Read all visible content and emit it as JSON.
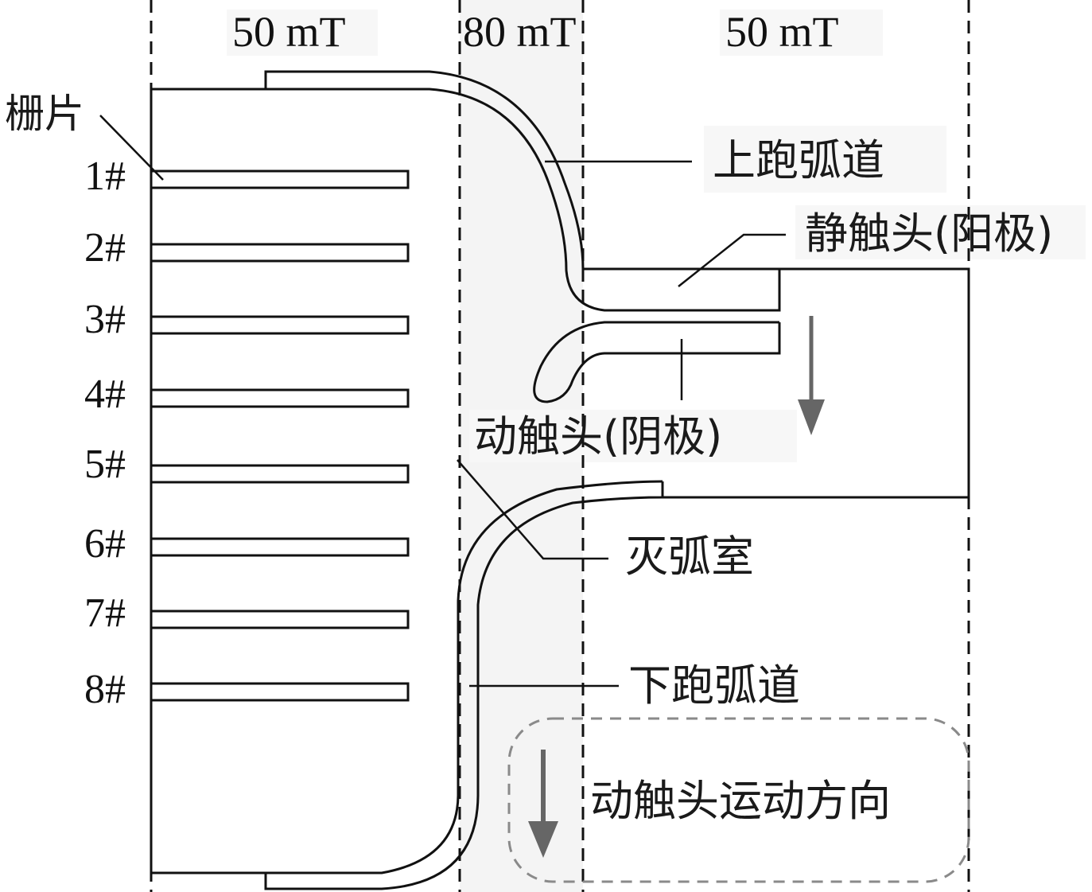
{
  "field_regions": [
    {
      "label": "50 mT",
      "zone": "left"
    },
    {
      "label": "80 mT",
      "zone": "center"
    },
    {
      "label": "50 mT",
      "zone": "right"
    }
  ],
  "grid_plates": {
    "label": "栅片",
    "items": [
      "1#",
      "2#",
      "3#",
      "4#",
      "5#",
      "6#",
      "7#",
      "8#"
    ]
  },
  "callouts": {
    "upper_arc_runner": "上跑弧道",
    "static_contact": "静触头(阳极)",
    "moving_contact": "动触头(阴极)",
    "arc_chamber": "灭弧室",
    "lower_arc_runner": "下跑弧道"
  },
  "legend": {
    "text": "动触头运动方向",
    "arrow": "down-arrow-icon"
  },
  "colors": {
    "line": "#111111",
    "arrow": "#666666",
    "highlight_band": "#f4f4f4",
    "legend_border": "#8a8a8a"
  }
}
